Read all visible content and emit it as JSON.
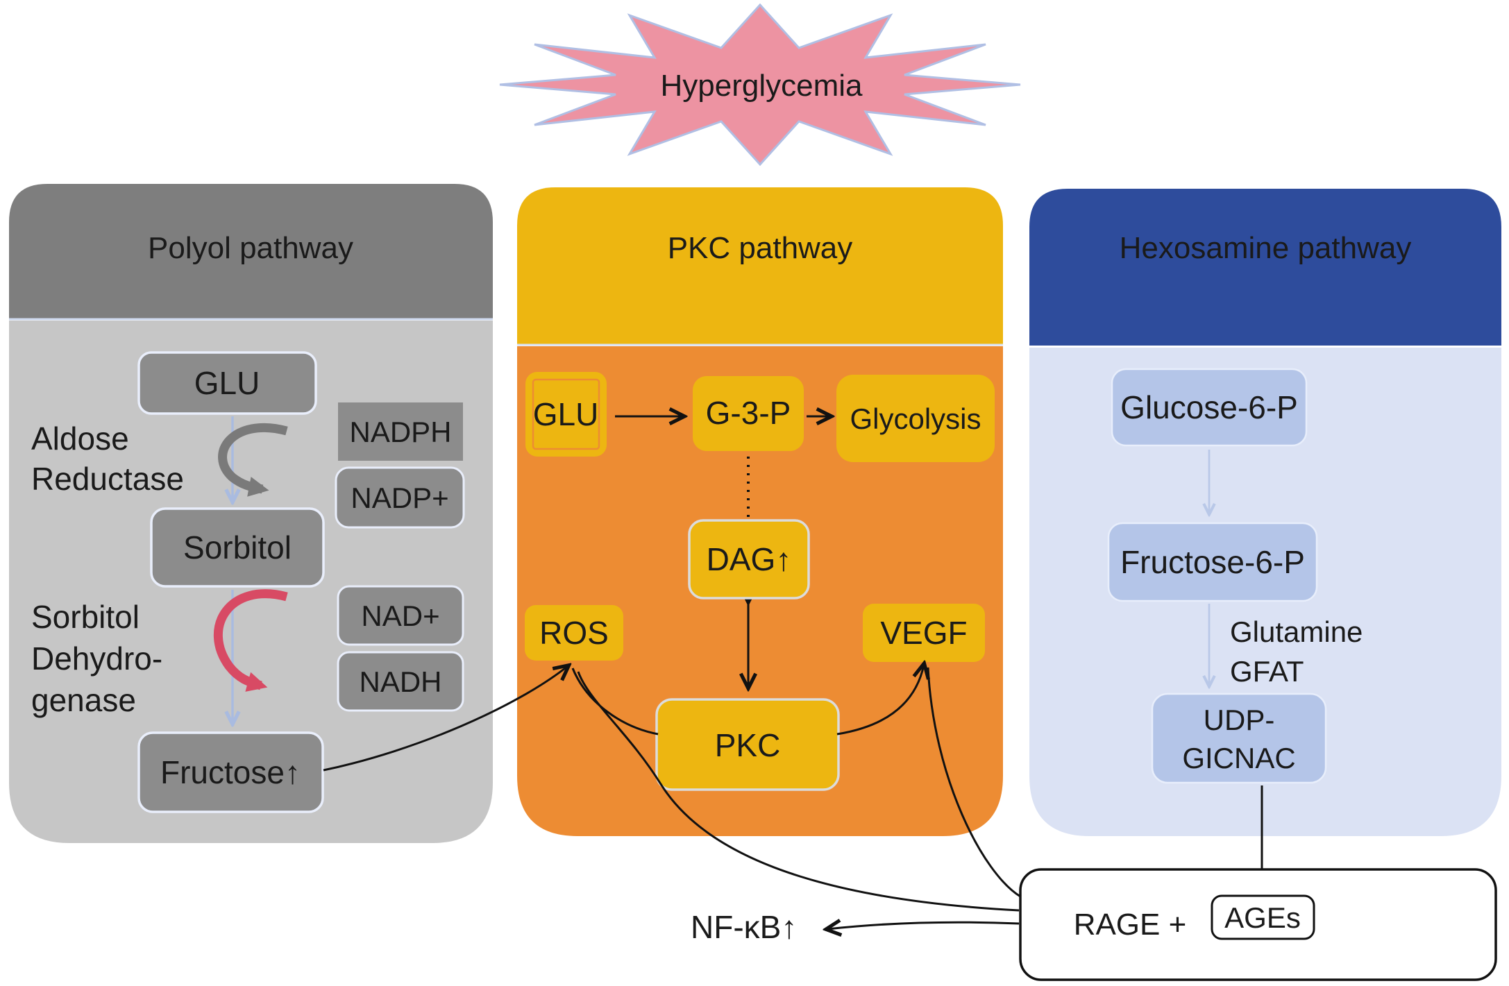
{
  "star": {
    "label": "Hyperglycemia"
  },
  "panels": {
    "polyol": {
      "title": "Polyol pathway",
      "glu": "GLU",
      "nadph": "NADPH",
      "nadp_plus": "NADP+",
      "sorbitol": "Sorbitol",
      "nad_plus": "NAD+",
      "nadh": "NADH",
      "fructose": "Fructose↑",
      "enzyme1_line1": "Aldose",
      "enzyme1_line2": "Reductase",
      "enzyme2_line1": "Sorbitol",
      "enzyme2_line2": "Dehydro-",
      "enzyme2_line3": "genase"
    },
    "pkc": {
      "title": "PKC pathway",
      "glu": "GLU",
      "g3p": "G-3-P",
      "glycolysis": "Glycolysis",
      "dag": "DAG↑",
      "ros": "ROS",
      "vegf": "VEGF",
      "pkc": "PKC"
    },
    "hexosamine": {
      "title": "Hexosamine pathway",
      "glucose6p": "Glucose-6-P",
      "fructose6p": "Fructose-6-P",
      "udp_line1": "UDP-",
      "udp_line2": "GICNAC",
      "glutamine": "Glutamine",
      "gfat": "GFAT"
    }
  },
  "bottom": {
    "nfkb": "NF-κB↑",
    "rage": "RAGE +",
    "ages": "AGEs"
  },
  "colors": {
    "starburst_fill": "#ed93a2",
    "starburst_stroke": "#b0bfe4",
    "polyol_header": "#7e7e7e",
    "polyol_body": "#c6c6c6",
    "polyol_node": "#8c8c8c",
    "polyol_node_border": "#e9eefb",
    "pkc_header": "#edb611",
    "pkc_body": "#ed8c33",
    "pkc_node": "#edb611",
    "pkc_node_border": "#dcdcdc",
    "hex_header": "#2e4c9c",
    "hex_body": "#dbe2f4",
    "hex_node": "#b4c5e8",
    "rage_fill": "#ffffff",
    "arrow_black": "#111111",
    "arrow_lightblue": "#a9bbe0",
    "arrow_lightblue_thin": "#b9c8e8",
    "swoosh_gray": "#7a7a7a",
    "swoosh_red": "#d84a64",
    "text_dark": "#1a1a1a",
    "text_light": "#ffffff"
  }
}
